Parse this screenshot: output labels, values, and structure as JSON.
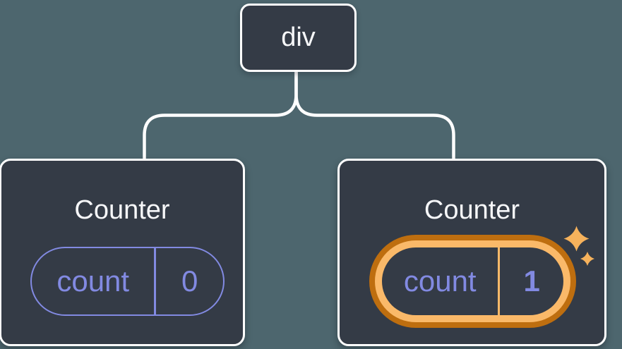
{
  "canvas": {
    "background": "#4D666E",
    "description": "Component tree diagram: a div root node with two Counter children; the second Counter's state pill is highlighted as updated"
  },
  "colors": {
    "background": "#4D666E",
    "node_fill": "#343B46",
    "connector": "#FFFFFF",
    "node_border": "#FFFFFF",
    "text_light": "#F6F7F9",
    "state_purple": "#828AE2",
    "highlight_ring_light": "#FAB969",
    "highlight_ring_dark": "#BE6E0F",
    "sparkle_gold": "#F6B25C"
  },
  "tree": {
    "root": {
      "label": "div"
    },
    "children": [
      {
        "title": "Counter",
        "state": {
          "key": "count",
          "value": "0"
        },
        "highlighted": false
      },
      {
        "title": "Counter",
        "state": {
          "key": "count",
          "value": "1"
        },
        "highlighted": true
      }
    ]
  },
  "icons": {
    "sparkle": {
      "name": "sparkle-icon",
      "meaning": "state just updated",
      "color": "#F6B25C"
    }
  }
}
